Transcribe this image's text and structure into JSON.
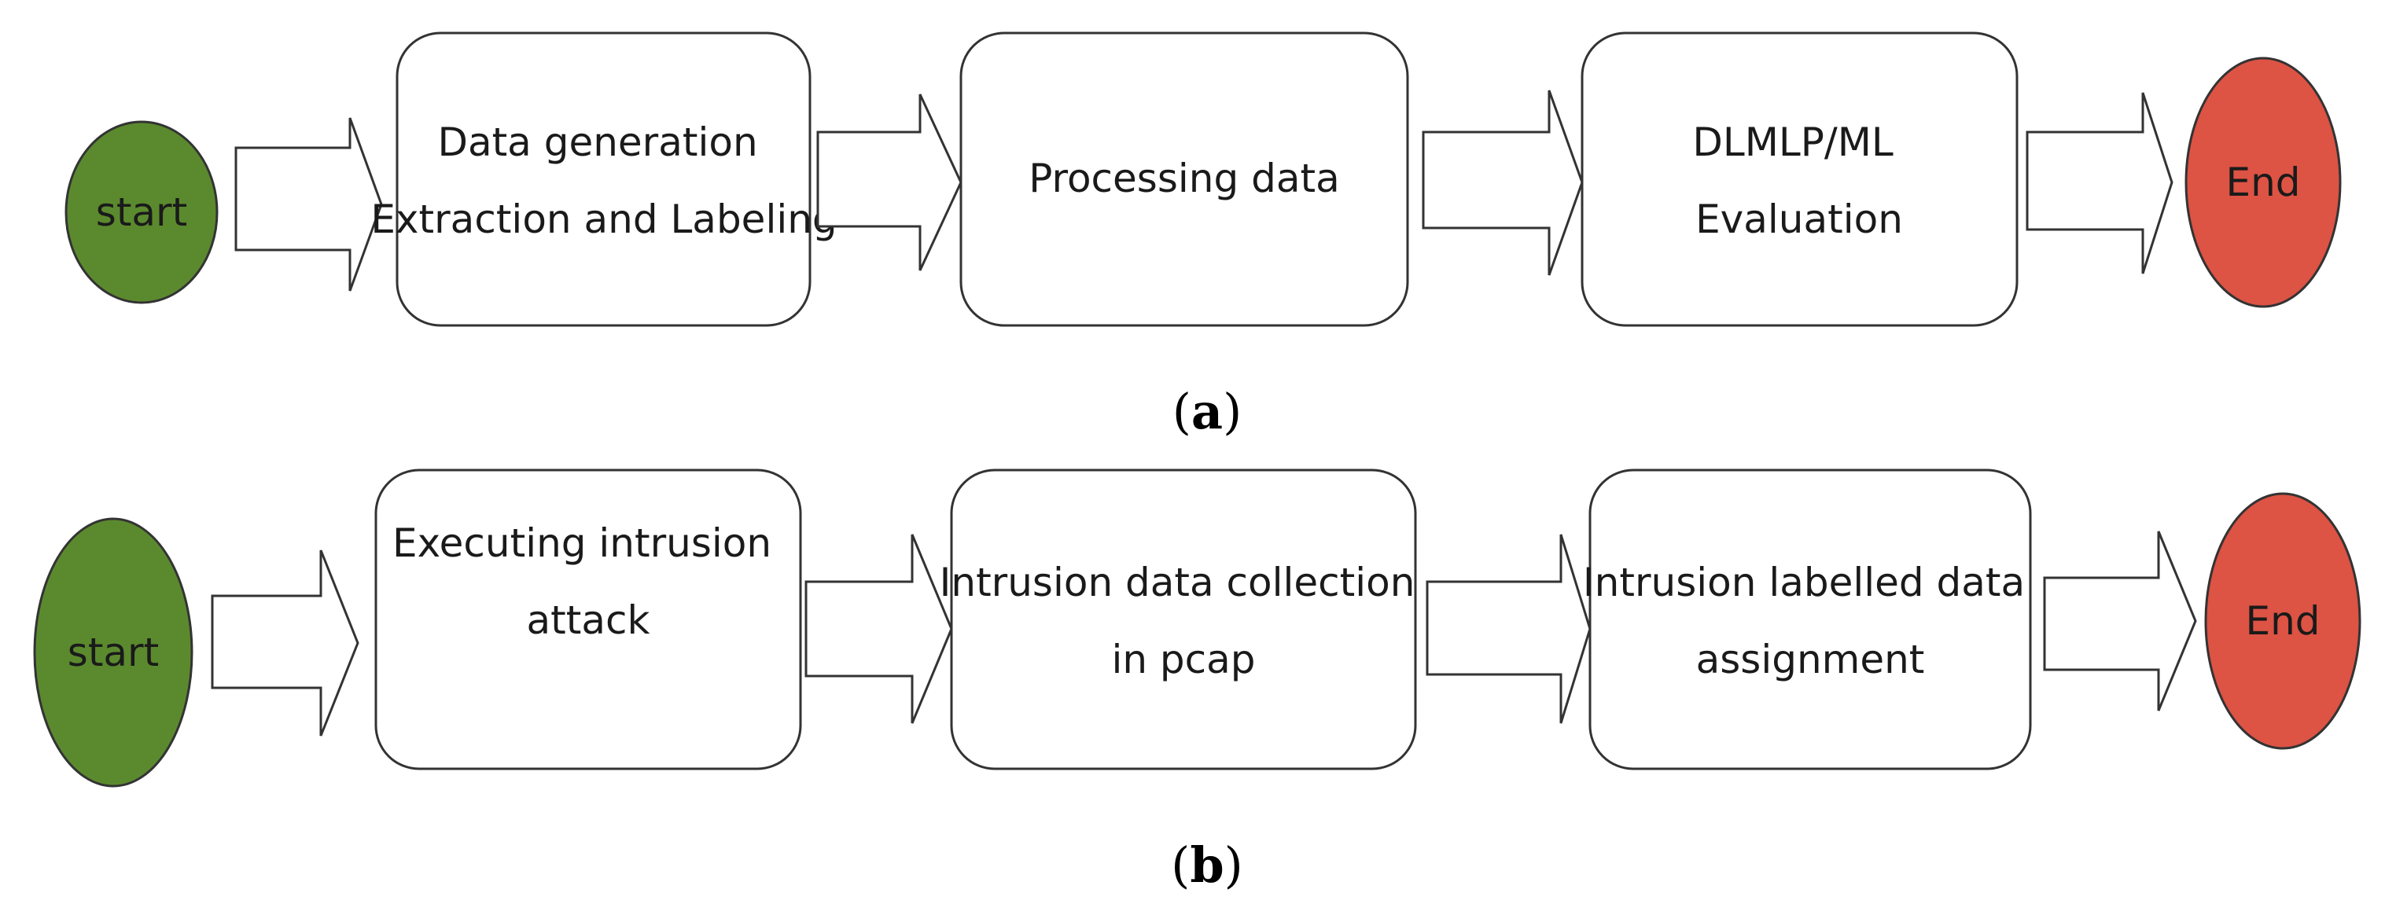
{
  "colors": {
    "start_fill": "#5b8a2e",
    "end_fill": "#dd5344",
    "circle_outline": "#333333",
    "box_stroke": "#333333",
    "arrow_stroke": "#333333"
  },
  "panels": [
    {
      "caption": {
        "open": "(",
        "letter": "a",
        "close": ")"
      },
      "start_label": "start",
      "end_label": "End",
      "steps": [
        {
          "lines": [
            "Data generation",
            "Extraction and Labeling"
          ]
        },
        {
          "lines": [
            "Processing  data"
          ]
        },
        {
          "lines": [
            "DLMLP/ML",
            "Evaluation"
          ]
        }
      ]
    },
    {
      "caption": {
        "open": "(",
        "letter": "b",
        "close": ")"
      },
      "start_label": "start",
      "end_label": "End",
      "steps": [
        {
          "lines": [
            "Executing intrusion",
            "attack"
          ]
        },
        {
          "lines": [
            "Intrusion data collection",
            "in pcap"
          ]
        },
        {
          "lines": [
            "Intrusion labelled data",
            "assignment"
          ]
        }
      ]
    }
  ]
}
